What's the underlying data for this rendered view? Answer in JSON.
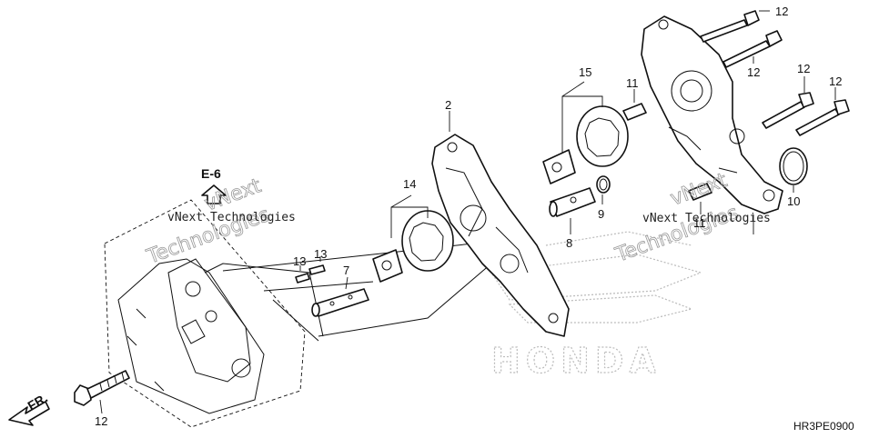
{
  "diagram": {
    "callouts": {
      "c2": "2",
      "c7": "7",
      "c8": "8",
      "c9": "9",
      "c10": "10",
      "c11a": "11",
      "c11b": "11",
      "c12a": "12",
      "c12b": "12",
      "c12c": "12",
      "c12d": "12",
      "c12e": "12",
      "c13a": "13",
      "c13b": "13",
      "c14": "14",
      "c15": "15"
    },
    "reference": "E-6",
    "front_marker": "FR.",
    "diagram_code": "HR3PE0900",
    "watermarks": {
      "w1_line1": "vNext",
      "w1_line2": "Technologies",
      "w1_caption": "vNext Technologies",
      "w2_line1": "vNext",
      "w2_line2": "Technologies",
      "w2_caption": "vNext Technologies"
    },
    "logo_text": "HONDA"
  }
}
